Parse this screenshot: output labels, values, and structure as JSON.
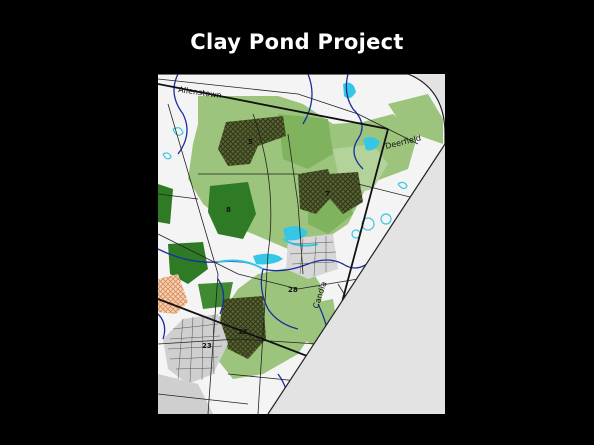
{
  "slide": {
    "title": "Clay Pond Project"
  },
  "map": {
    "place_labels": {
      "allenstown": "Allenstown",
      "deerfield": "Deerfield",
      "candia": "Candia"
    },
    "parcel_labels": {
      "p5": "5",
      "p8": "8",
      "p7": "7",
      "p28": "28",
      "p13": "13",
      "p23": "23"
    },
    "colors": {
      "background": "#000000",
      "title_text": "#ffffff",
      "map_outside": "#e3e3e3",
      "map_base": "#f4f4f4",
      "light_green": "#9cc47c",
      "medium_green": "#6fa64e",
      "dark_green": "#2f7a25",
      "hatched_brown": "#5b4a2a",
      "water": "#36c7e6",
      "rivers": "#1a2fa0",
      "roads": "#222222",
      "peach": "#f2b98f"
    }
  }
}
